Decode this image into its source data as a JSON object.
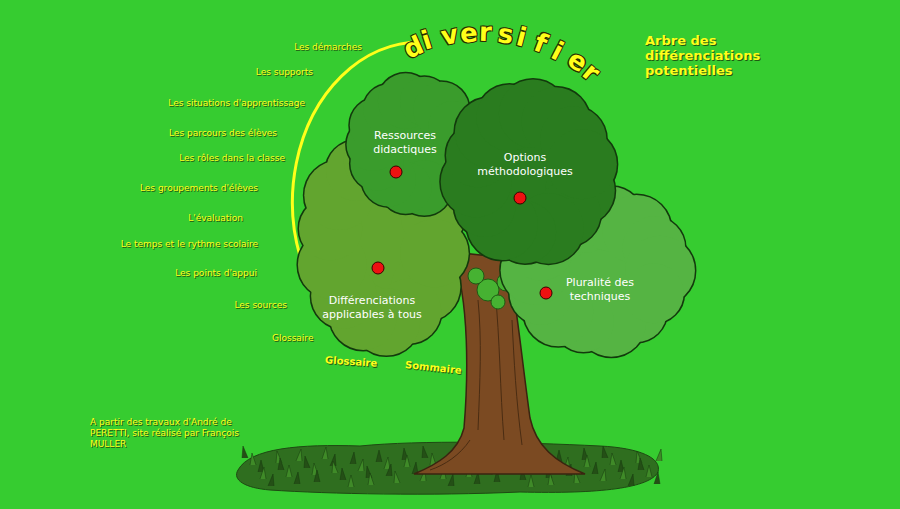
{
  "diagram": {
    "title": "Arbre des différenciations potentielles",
    "nodes": [
      {
        "text": [
          "Ressources didactiques"
        ]
      },
      {
        "text": [
          "Options méthodologiques"
        ]
      },
      {
        "text": [
          "Différenciations applicables à tous"
        ]
      },
      {
        "text": [
          "Pluralité des techniques"
        ]
      }
    ],
    "labels": [
      "diversifier",
      "Les démarches",
      "Les supports",
      "Les situations d'apprentissage",
      "Les parcours des élèves",
      "Les rôles dans la classe",
      "Les groupements d'élèves",
      "L'évaluation",
      "Le temps et le rythme scolaire",
      "Les points d'appui",
      "Les sources",
      "Glossaire",
      "Glossaire",
      "Sommaire",
      "A partir des travaux d'André de PERETTI, site réalisé par François MULLER"
    ]
  }
}
